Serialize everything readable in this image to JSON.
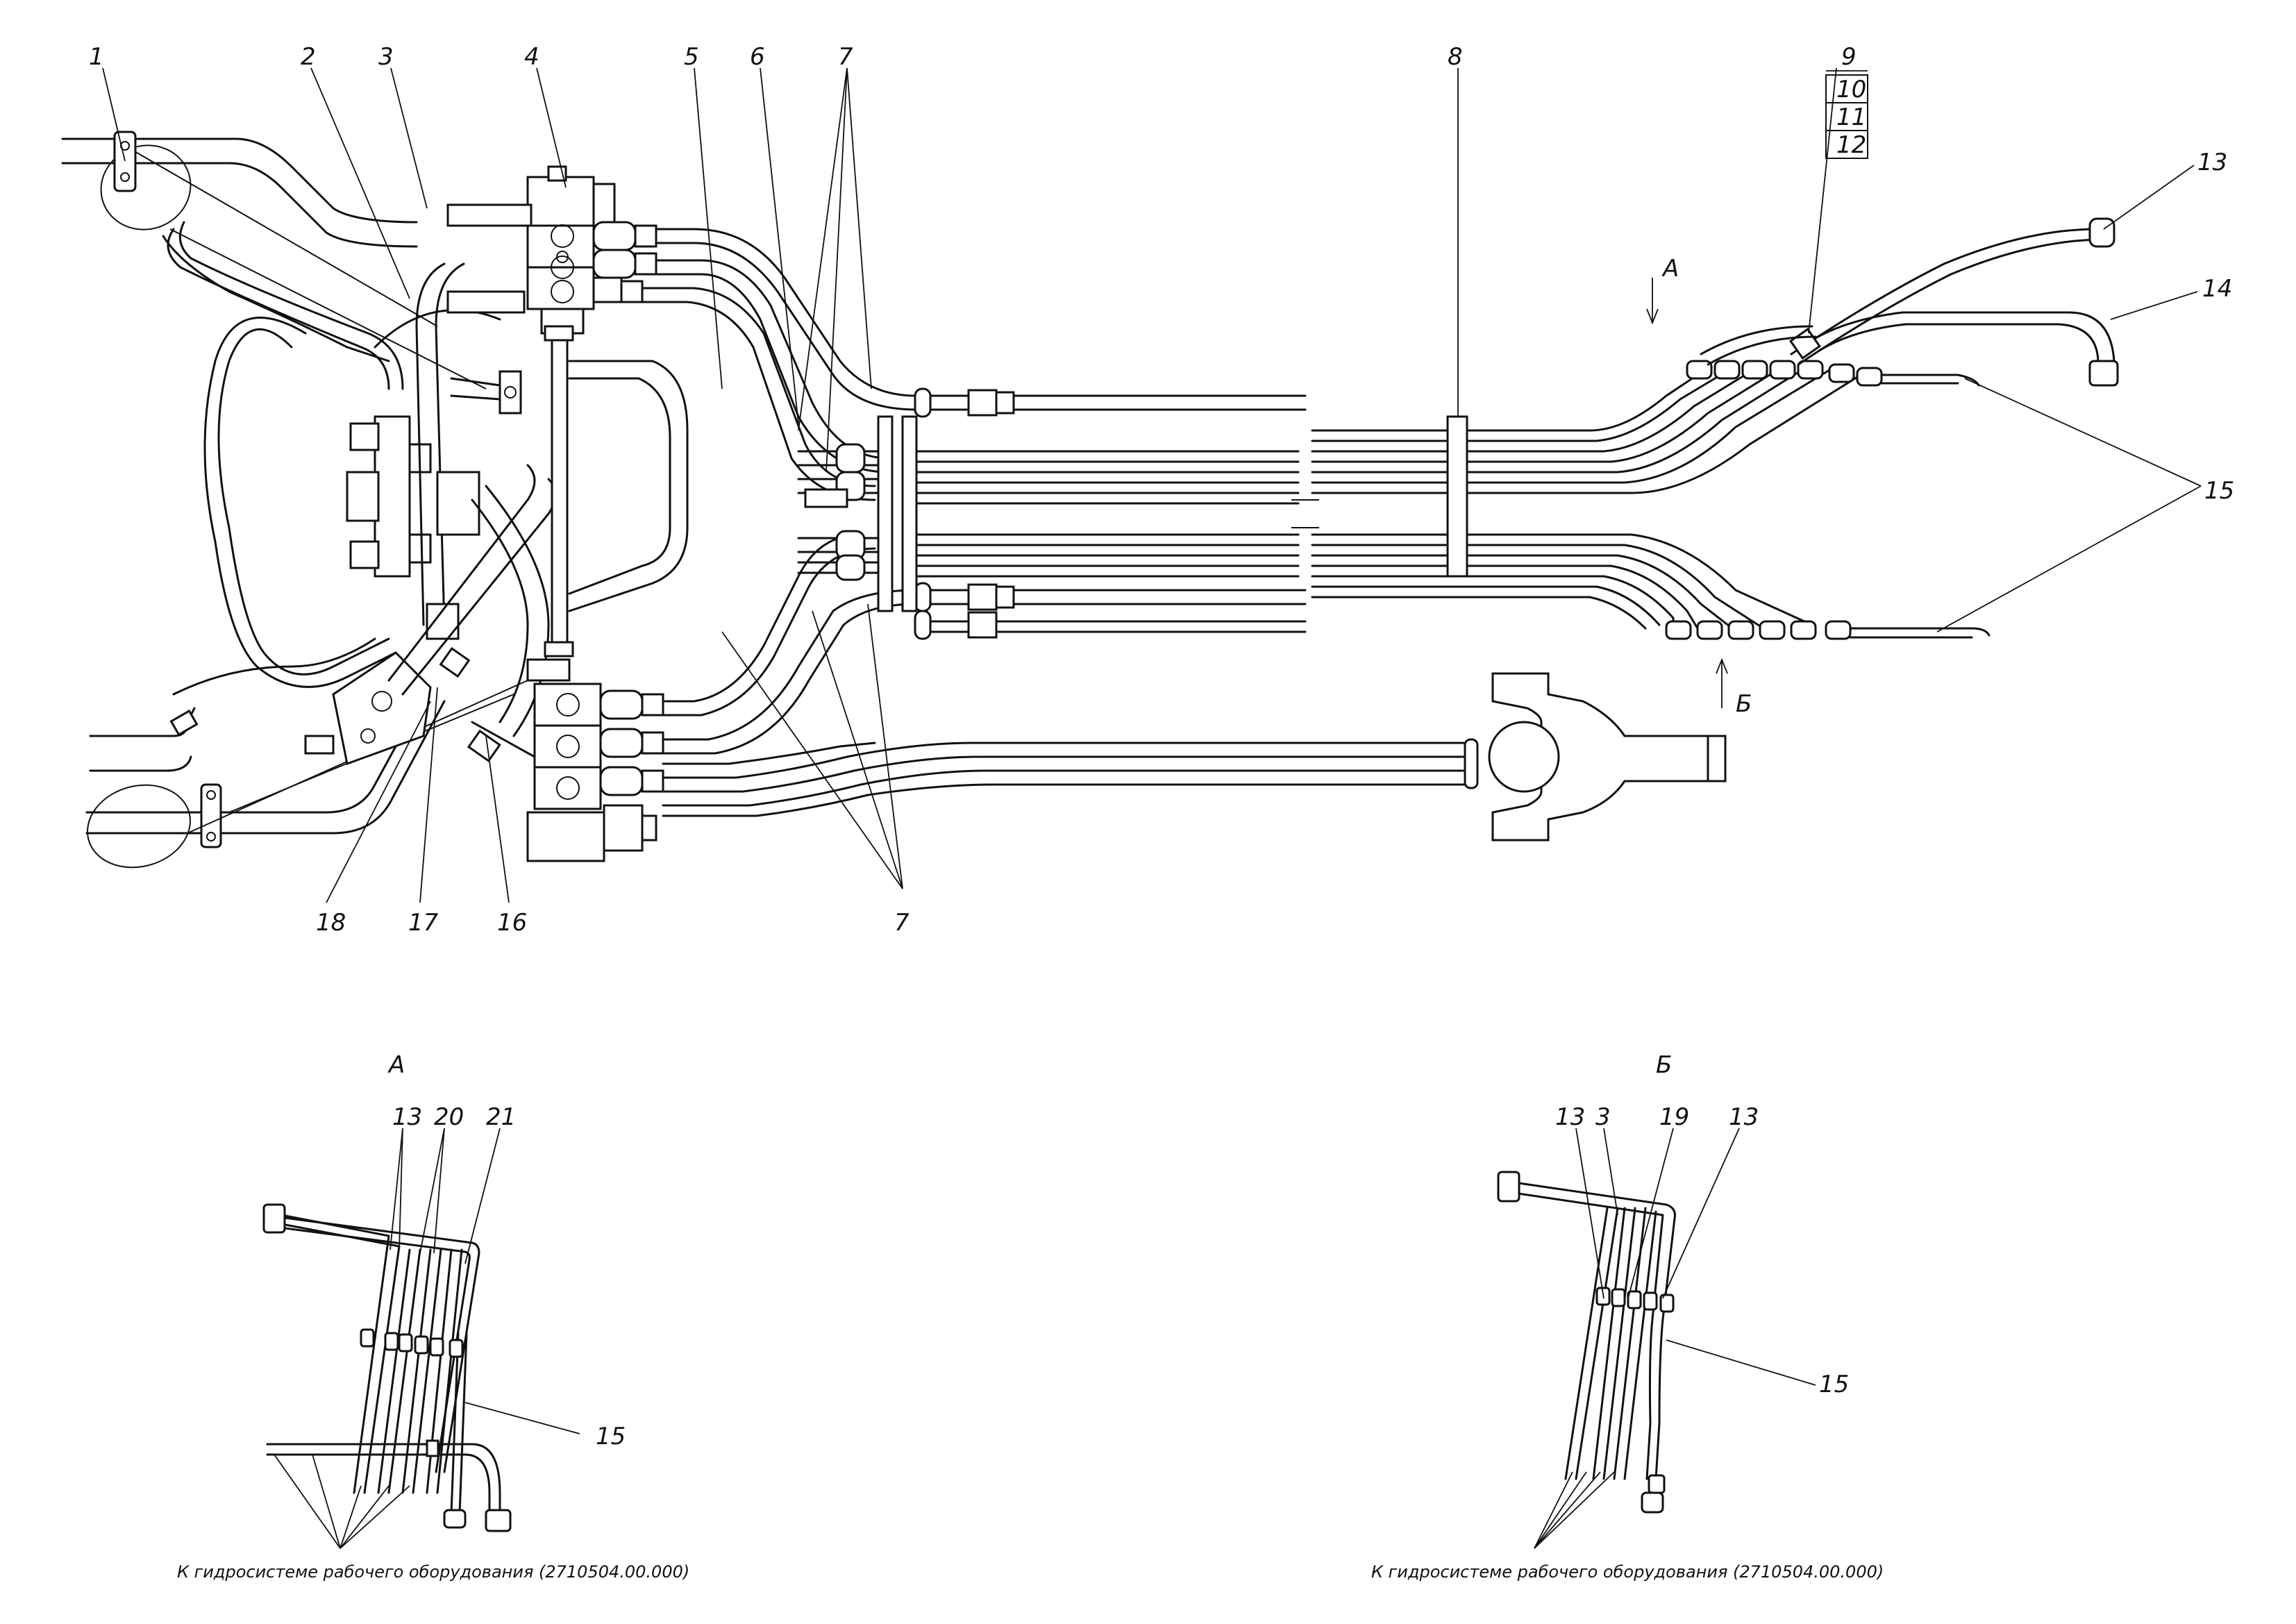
{
  "callouts": {
    "c1": "1",
    "c2": "2",
    "c3": "3",
    "c4": "4",
    "c5": "5",
    "c6": "6",
    "c7": "7",
    "c7b": "7",
    "c8": "8",
    "c9": "9",
    "c10": "10",
    "c11": "11",
    "c12": "12",
    "c13": "13",
    "c14": "14",
    "c15": "15",
    "c16": "16",
    "c17": "17",
    "c18": "18"
  },
  "view_arrows": {
    "a": "А",
    "b": "Б"
  },
  "view_a": {
    "title": "А",
    "labels": {
      "l13": "13",
      "l20": "20",
      "l21": "21",
      "l15": "15"
    },
    "caption": "К гидросистеме рабочего оборудования (2710504.00.000)"
  },
  "view_b": {
    "title": "Б",
    "labels": {
      "l13a": "13",
      "l3": "3",
      "l19": "19",
      "l13b": "13",
      "l15": "15"
    },
    "caption": "К гидросистеме рабочего оборудования (2710504.00.000)"
  }
}
